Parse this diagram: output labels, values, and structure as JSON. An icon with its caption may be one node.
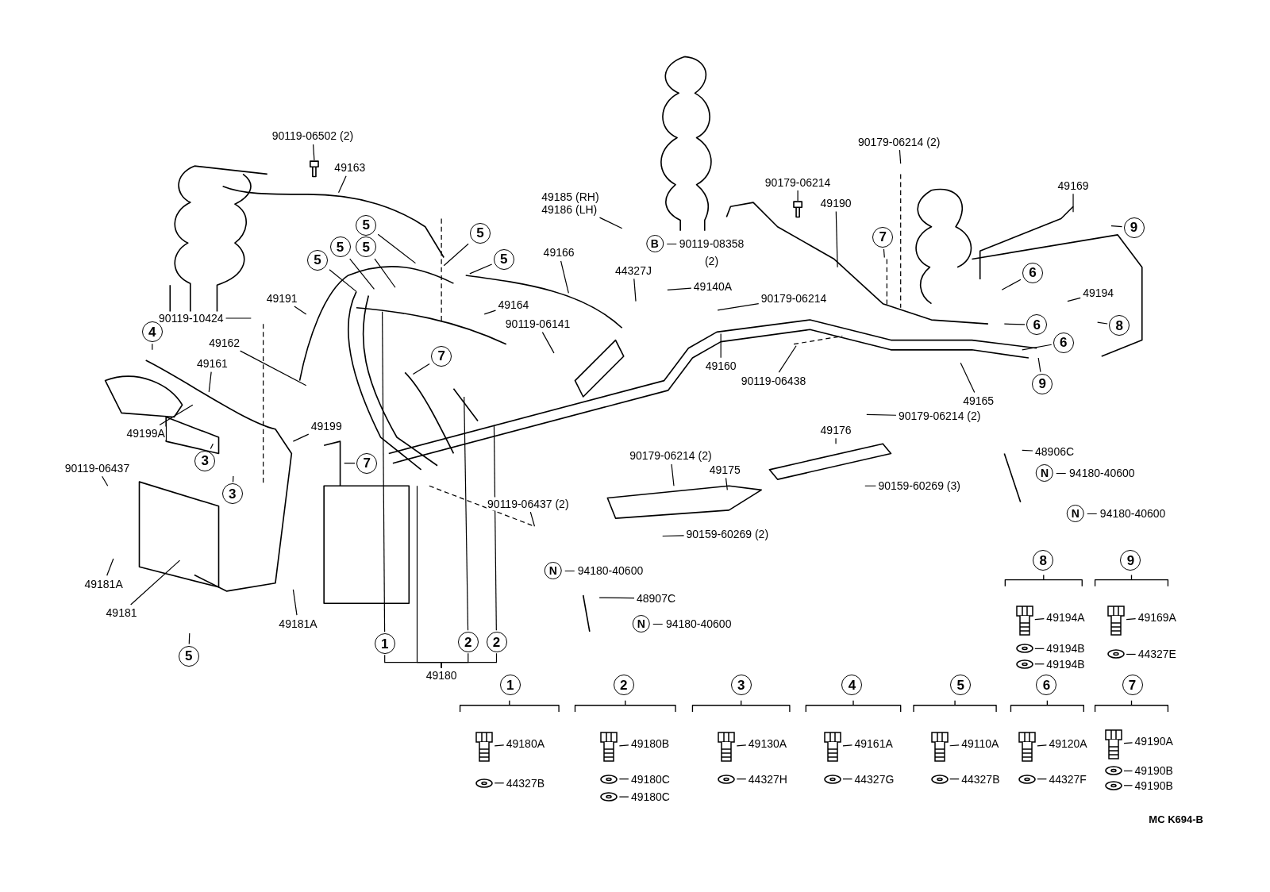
{
  "diagram": {
    "nodes": [
      {
        "text": [
          "90119-06502 (2)"
        ]
      },
      {
        "text": [
          "49163"
        ]
      },
      {
        "text": [
          "49185 (RH)",
          "49186 (LH)"
        ]
      },
      {
        "text": [
          "B",
          "90119-08358",
          "(2)"
        ]
      },
      {
        "text": [
          "90179-06214 (2)"
        ]
      },
      {
        "text": [
          "90179-06214"
        ]
      },
      {
        "text": [
          "49190"
        ]
      },
      {
        "text": [
          "49169"
        ]
      },
      {
        "text": [
          "49166"
        ]
      },
      {
        "text": [
          "44327J"
        ]
      },
      {
        "text": [
          "49140A"
        ]
      },
      {
        "text": [
          "90179-06214"
        ]
      },
      {
        "text": [
          "49191"
        ]
      },
      {
        "text": [
          "49164"
        ]
      },
      {
        "text": [
          "90119-10424"
        ]
      },
      {
        "text": [
          "49162"
        ]
      },
      {
        "text": [
          "90119-06141"
        ]
      },
      {
        "text": [
          "49194"
        ]
      },
      {
        "text": [
          "49160"
        ]
      },
      {
        "text": [
          "90119-06438"
        ]
      },
      {
        "text": [
          "49165"
        ]
      },
      {
        "text": [
          "49161"
        ]
      },
      {
        "text": [
          "90179-06214 (2)"
        ]
      },
      {
        "text": [
          "49176"
        ]
      },
      {
        "text": [
          "49199"
        ]
      },
      {
        "text": [
          "49199A"
        ]
      },
      {
        "text": [
          "48906C"
        ]
      },
      {
        "text": [
          "N",
          "94180-40600"
        ]
      },
      {
        "text": [
          "90179-06214 (2)"
        ]
      },
      {
        "text": [
          "49175"
        ]
      },
      {
        "text": [
          "90159-60269 (3)"
        ]
      },
      {
        "text": [
          "N",
          "94180-40600"
        ]
      },
      {
        "text": [
          "90119-06437"
        ]
      },
      {
        "text": [
          "90119-06437 (2)"
        ]
      },
      {
        "text": [
          "90159-60269 (2)"
        ]
      },
      {
        "text": [
          "N",
          "94180-40600"
        ]
      },
      {
        "text": [
          "48907C"
        ]
      },
      {
        "text": [
          "N",
          "94180-40600"
        ]
      },
      {
        "text": [
          "49181A"
        ]
      },
      {
        "text": [
          "49181"
        ]
      },
      {
        "text": [
          "49181A"
        ]
      },
      {
        "text": [
          "49180"
        ]
      },
      {
        "text": [
          "5"
        ]
      },
      {
        "text": [
          "5"
        ]
      },
      {
        "text": [
          "5"
        ]
      },
      {
        "text": [
          "5"
        ]
      },
      {
        "text": [
          "5"
        ]
      },
      {
        "text": [
          "5"
        ]
      },
      {
        "text": [
          "7"
        ]
      },
      {
        "text": [
          "4"
        ]
      },
      {
        "text": [
          "3"
        ]
      },
      {
        "text": [
          "3"
        ]
      },
      {
        "text": [
          "7"
        ]
      },
      {
        "text": [
          "1"
        ]
      },
      {
        "text": [
          "2"
        ]
      },
      {
        "text": [
          "2"
        ]
      },
      {
        "text": [
          "5"
        ]
      },
      {
        "text": [
          "7"
        ]
      },
      {
        "text": [
          "6"
        ]
      },
      {
        "text": [
          "6"
        ]
      },
      {
        "text": [
          "6"
        ]
      },
      {
        "text": [
          "8"
        ]
      },
      {
        "text": [
          "9"
        ]
      },
      {
        "text": [
          "9"
        ]
      },
      {
        "text": [
          "49180A"
        ]
      },
      {
        "text": [
          "44327B"
        ]
      },
      {
        "text": [
          "49180B"
        ]
      },
      {
        "text": [
          "49180C"
        ]
      },
      {
        "text": [
          "49180C"
        ]
      },
      {
        "text": [
          "49130A"
        ]
      },
      {
        "text": [
          "44327H"
        ]
      },
      {
        "text": [
          "49161A"
        ]
      },
      {
        "text": [
          "44327G"
        ]
      },
      {
        "text": [
          "49110A"
        ]
      },
      {
        "text": [
          "44327B"
        ]
      },
      {
        "text": [
          "49120A"
        ]
      },
      {
        "text": [
          "44327F"
        ]
      },
      {
        "text": [
          "49190A"
        ]
      },
      {
        "text": [
          "49190B"
        ]
      },
      {
        "text": [
          "49190B"
        ]
      },
      {
        "text": [
          "49194A"
        ]
      },
      {
        "text": [
          "49194B"
        ]
      },
      {
        "text": [
          "49194B"
        ]
      },
      {
        "text": [
          "49169A"
        ]
      },
      {
        "text": [
          "44327E"
        ]
      },
      {
        "text": [
          "8"
        ]
      },
      {
        "text": [
          "9"
        ]
      },
      {
        "text": [
          "1"
        ]
      },
      {
        "text": [
          "2"
        ]
      },
      {
        "text": [
          "3"
        ]
      },
      {
        "text": [
          "4"
        ]
      },
      {
        "text": [
          "5"
        ]
      },
      {
        "text": [
          "6"
        ]
      },
      {
        "text": [
          "7"
        ]
      },
      {
        "text": [],
        "shape": "bolt"
      },
      {
        "text": [],
        "shape": "bolt"
      },
      {
        "text": [],
        "shape": "bolt"
      },
      {
        "text": [],
        "shape": "bolt"
      },
      {
        "text": [],
        "shape": "bolt"
      },
      {
        "text": [],
        "shape": "bolt"
      },
      {
        "text": [],
        "shape": "bolt"
      },
      {
        "text": [],
        "shape": "bolt"
      },
      {
        "text": [],
        "shape": "bolt"
      },
      {
        "text": [],
        "shape": "washer"
      },
      {
        "text": [],
        "shape": "washer"
      },
      {
        "text": [],
        "shape": "washer"
      },
      {
        "text": [],
        "shape": "washer"
      },
      {
        "text": [],
        "shape": "washer"
      },
      {
        "text": [],
        "shape": "washer"
      },
      {
        "text": [],
        "shape": "washer"
      },
      {
        "text": [],
        "shape": "washer"
      },
      {
        "text": [],
        "shape": "washer"
      },
      {
        "text": [],
        "shape": "washer"
      },
      {
        "text": [],
        "shape": "washer"
      },
      {
        "text": [],
        "shape": "washer"
      }
    ],
    "edges": [
      {
        "from": 0,
        "to": null,
        "arrow": "none"
      },
      {
        "from": 1,
        "to": null,
        "arrow": "none"
      },
      {
        "from": 2,
        "to": null,
        "arrow": "none"
      },
      {
        "from": 4,
        "to": null,
        "arrow": "none"
      },
      {
        "from": 5,
        "to": null,
        "arrow": "none"
      },
      {
        "from": 6,
        "to": null,
        "arrow": "none"
      },
      {
        "from": 7,
        "to": null,
        "arrow": "none"
      },
      {
        "from": 8,
        "to": null,
        "arrow": "none"
      },
      {
        "from": 9,
        "to": null,
        "arrow": "none"
      },
      {
        "from": 10,
        "to": null,
        "arrow": "none"
      },
      {
        "from": 11,
        "to": null,
        "arrow": "none"
      },
      {
        "from": 12,
        "to": null,
        "arrow": "none"
      },
      {
        "from": 13,
        "to": null,
        "arrow": "none"
      },
      {
        "from": 14,
        "to": null,
        "arrow": "none"
      },
      {
        "from": 15,
        "to": null,
        "arrow": "none"
      },
      {
        "from": 16,
        "to": null,
        "arrow": "none"
      },
      {
        "from": 17,
        "to": null,
        "arrow": "none"
      },
      {
        "from": 18,
        "to": null,
        "arrow": "none"
      },
      {
        "from": 19,
        "to": null,
        "arrow": "none"
      },
      {
        "from": 20,
        "to": null,
        "arrow": "none"
      },
      {
        "from": 21,
        "to": null,
        "arrow": "none"
      },
      {
        "from": 22,
        "to": null,
        "arrow": "none"
      },
      {
        "from": 23,
        "to": null,
        "arrow": "none"
      },
      {
        "from": 24,
        "to": null,
        "arrow": "none"
      },
      {
        "from": 25,
        "to": null,
        "arrow": "none"
      },
      {
        "from": 26,
        "to": null,
        "arrow": "none"
      },
      {
        "from": 28,
        "to": null,
        "arrow": "none"
      },
      {
        "from": 29,
        "to": null,
        "arrow": "none"
      },
      {
        "from": 30,
        "to": null,
        "arrow": "none"
      },
      {
        "from": 32,
        "to": null,
        "arrow": "none"
      },
      {
        "from": 33,
        "to": null,
        "arrow": "none"
      },
      {
        "from": 34,
        "to": null,
        "arrow": "none"
      },
      {
        "from": 36,
        "to": null,
        "arrow": "none"
      },
      {
        "from": 38,
        "to": null,
        "arrow": "none"
      },
      {
        "from": 39,
        "to": null,
        "arrow": "none"
      },
      {
        "from": 40,
        "to": null,
        "arrow": "none"
      },
      {
        "from": 41,
        "to": 53,
        "arrow": "none"
      },
      {
        "from": 41,
        "to": 54,
        "arrow": "none"
      },
      {
        "from": 41,
        "to": 55,
        "arrow": "none"
      },
      {
        "from": 41,
        "to": null,
        "arrow": "none"
      },
      {
        "from": 42,
        "to": null,
        "arrow": "none"
      },
      {
        "from": 43,
        "to": null,
        "arrow": "none"
      },
      {
        "from": 44,
        "to": null,
        "arrow": "none"
      },
      {
        "from": 45,
        "to": null,
        "arrow": "none"
      },
      {
        "from": 46,
        "to": null,
        "arrow": "none"
      },
      {
        "from": 47,
        "to": null,
        "arrow": "none"
      },
      {
        "from": 48,
        "to": null,
        "arrow": "none"
      },
      {
        "from": 49,
        "to": null,
        "arrow": "none"
      },
      {
        "from": 50,
        "to": null,
        "arrow": "none"
      },
      {
        "from": 51,
        "to": null,
        "arrow": "none"
      },
      {
        "from": 52,
        "to": null,
        "arrow": "none"
      },
      {
        "from": 53,
        "to": null,
        "arrow": "none"
      },
      {
        "from": 54,
        "to": null,
        "arrow": "none"
      },
      {
        "from": 55,
        "to": null,
        "arrow": "none"
      },
      {
        "from": 56,
        "to": null,
        "arrow": "none"
      },
      {
        "from": 57,
        "to": null,
        "arrow": "none"
      },
      {
        "from": 58,
        "to": null,
        "arrow": "none"
      },
      {
        "from": 59,
        "to": null,
        "arrow": "none"
      },
      {
        "from": 60,
        "to": null,
        "arrow": "none"
      },
      {
        "from": 61,
        "to": null,
        "arrow": "none"
      },
      {
        "from": 62,
        "to": null,
        "arrow": "none"
      },
      {
        "from": 63,
        "to": null,
        "arrow": "none"
      },
      {
        "from": 64,
        "to": 94,
        "arrow": "none"
      },
      {
        "from": 65,
        "to": 103,
        "arrow": "none"
      },
      {
        "from": 66,
        "to": 95,
        "arrow": "none"
      },
      {
        "from": 67,
        "to": 104,
        "arrow": "none"
      },
      {
        "from": 68,
        "to": 105,
        "arrow": "none"
      },
      {
        "from": 69,
        "to": 96,
        "arrow": "none"
      },
      {
        "from": 70,
        "to": 106,
        "arrow": "none"
      },
      {
        "from": 71,
        "to": 97,
        "arrow": "none"
      },
      {
        "from": 72,
        "to": 107,
        "arrow": "none"
      },
      {
        "from": 73,
        "to": 98,
        "arrow": "none"
      },
      {
        "from": 74,
        "to": 108,
        "arrow": "none"
      },
      {
        "from": 75,
        "to": 99,
        "arrow": "none"
      },
      {
        "from": 76,
        "to": 109,
        "arrow": "none"
      },
      {
        "from": 77,
        "to": 100,
        "arrow": "none"
      },
      {
        "from": 78,
        "to": 110,
        "arrow": "none"
      },
      {
        "from": 79,
        "to": 111,
        "arrow": "none"
      },
      {
        "from": 80,
        "to": 101,
        "arrow": "none"
      },
      {
        "from": 81,
        "to": 112,
        "arrow": "none"
      },
      {
        "from": 82,
        "to": 113,
        "arrow": "none"
      },
      {
        "from": 83,
        "to": 102,
        "arrow": "none"
      },
      {
        "from": 84,
        "to": 114,
        "arrow": "none"
      }
    ],
    "labels": [
      "MC K694-B"
    ]
  }
}
